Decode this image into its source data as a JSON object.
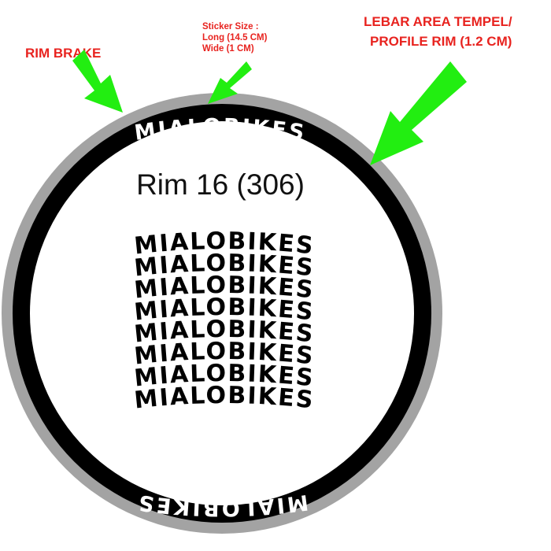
{
  "labels": {
    "rim_brake": "RIM BRAKE",
    "sticker_size_title": "Sticker Size :",
    "sticker_size_long": "Long (14.5 CM)",
    "sticker_size_wide": "Wide (1 CM)",
    "area_line1": "LEBAR AREA TEMPEL/",
    "area_line2": "PROFILE RIM (1.2 CM)"
  },
  "rim_title": "Rim 16 (306)",
  "brand": "MIALOBIKES",
  "sticker_count": 8,
  "colors": {
    "label_red": "#e8231f",
    "arrow_green": "#22ee11",
    "rim_gray": "#a3a3a3",
    "rim_black": "#000000",
    "sticker_black": "#000000"
  },
  "icons": {
    "logo_letter_o": "lightning-bolt-circle-icon",
    "pointer": "green-arrow-icon"
  }
}
